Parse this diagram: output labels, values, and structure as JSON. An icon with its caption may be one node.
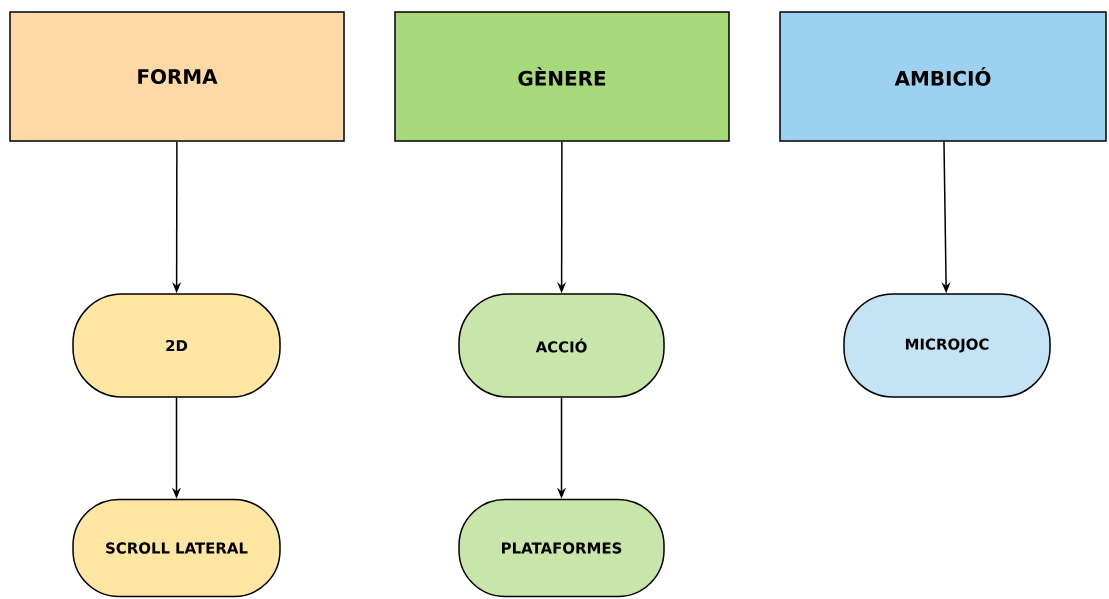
{
  "diagram": {
    "nodes": [
      {
        "text": [
          "FORMA"
        ]
      },
      {
        "text": [
          "GÈNERE"
        ]
      },
      {
        "text": [
          "AMBICIÓ"
        ]
      },
      {
        "text": [
          "2D"
        ]
      },
      {
        "text": [
          "ACCIÓ"
        ]
      },
      {
        "text": [
          "MICROJOC"
        ]
      },
      {
        "text": [
          "SCROLL LATERAL"
        ]
      },
      {
        "text": [
          "PLATAFORMES"
        ]
      }
    ],
    "edges": [
      {
        "from": 0,
        "to": 3,
        "arrow": "to"
      },
      {
        "from": 1,
        "to": 4,
        "arrow": "to"
      },
      {
        "from": 2,
        "to": 5,
        "arrow": "to"
      },
      {
        "from": 3,
        "to": 6,
        "arrow": "to"
      },
      {
        "from": 4,
        "to": 7,
        "arrow": "to"
      }
    ]
  }
}
